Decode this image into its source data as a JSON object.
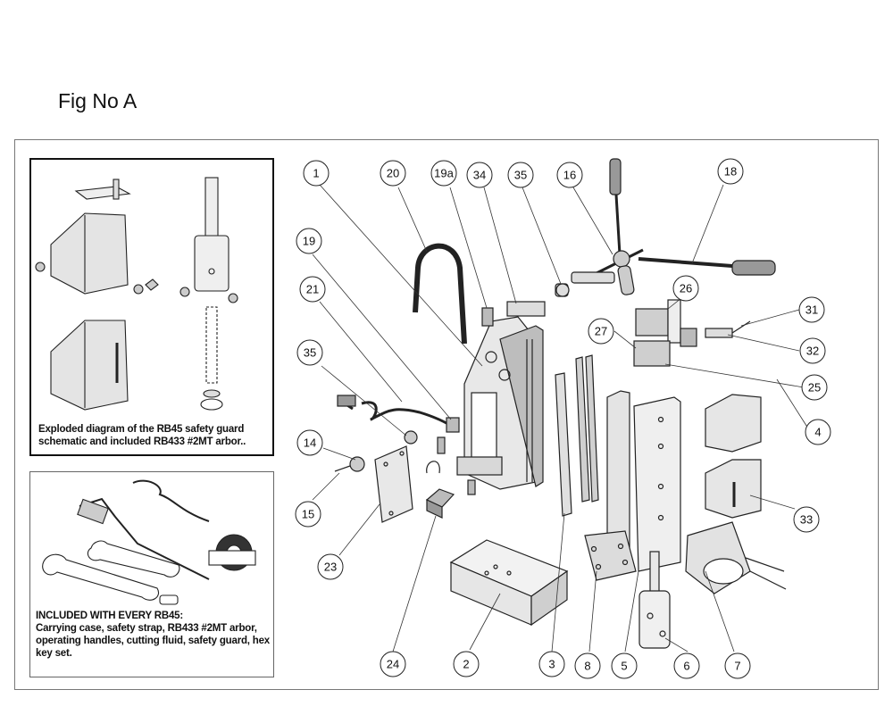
{
  "figure": {
    "title": "Fig No A"
  },
  "insets": {
    "guard": {
      "caption": "Exploded diagram of the RB45 safety guard schematic and included RB433 #2MT arbor.."
    },
    "included": {
      "heading": "INCLUDED WITH EVERY RB45:",
      "text": "Carrying case, safety strap, RB433 #2MT arbor, operating handles, cutting fluid, safety guard, hex key set."
    }
  },
  "callouts": [
    "1",
    "20",
    "19a",
    "34",
    "35",
    "16",
    "18",
    "19",
    "21",
    "26",
    "31",
    "27",
    "32",
    "35",
    "25",
    "4",
    "14",
    "15",
    "23",
    "24",
    "2",
    "3",
    "8",
    "5",
    "6",
    "7",
    "33"
  ]
}
